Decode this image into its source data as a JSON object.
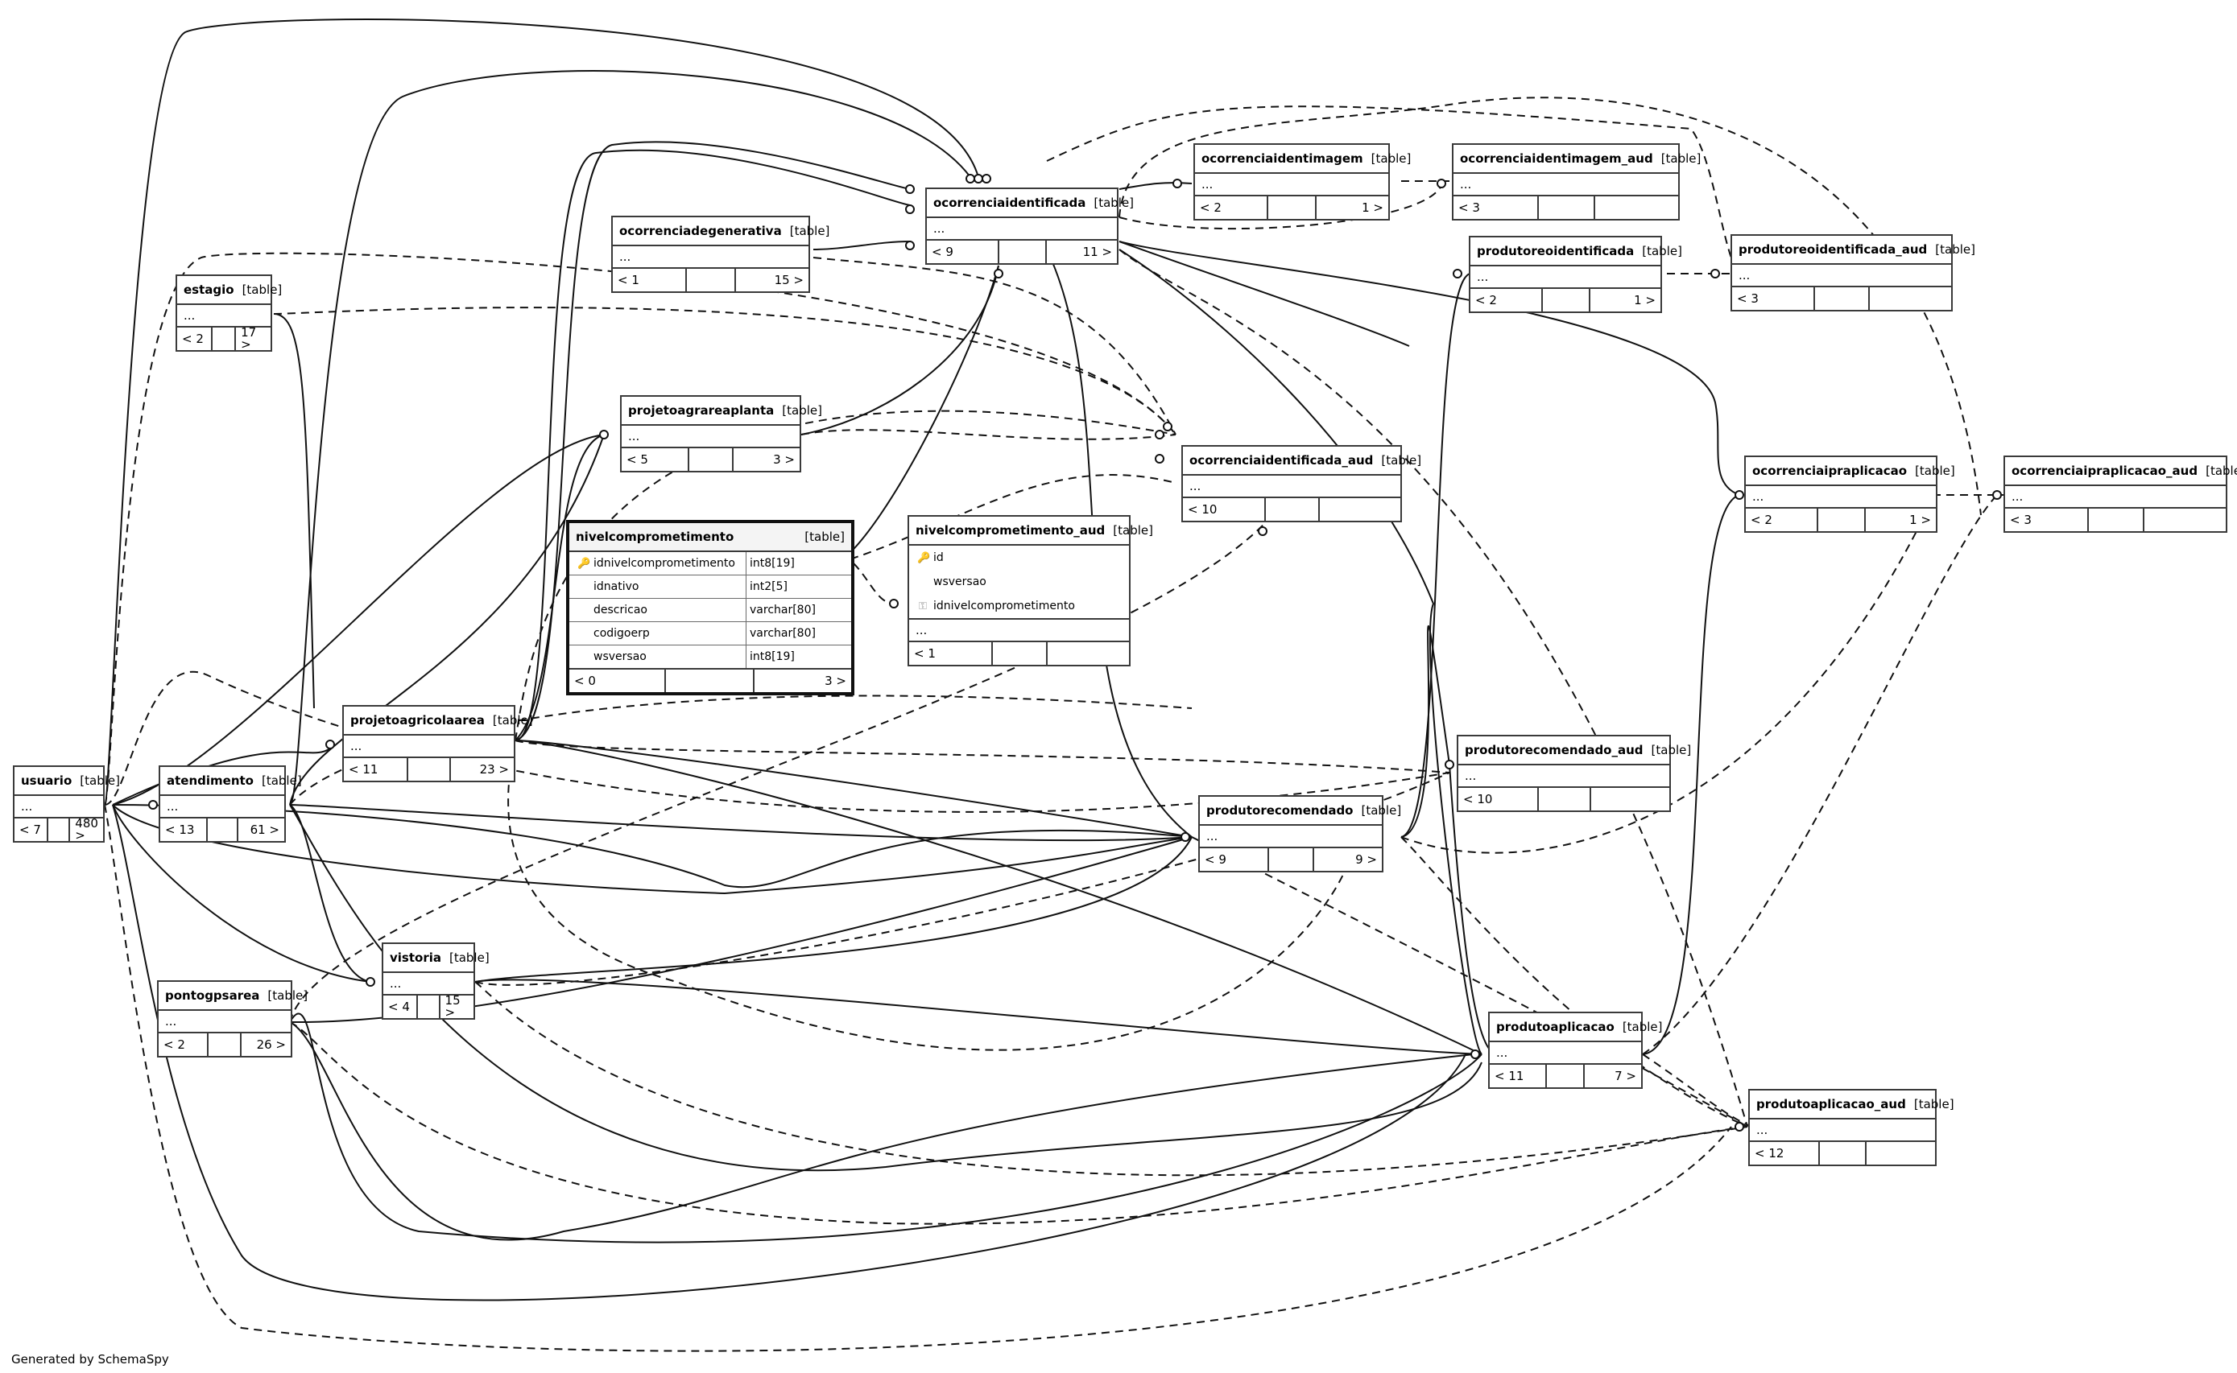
{
  "footer": {
    "generated": "Generated by SchemaSpy"
  },
  "tables": {
    "usuario": {
      "name": "usuario",
      "type": "[table]",
      "dots": "...",
      "foot": [
        "< 7",
        "",
        "480 >"
      ]
    },
    "atendimento": {
      "name": "atendimento",
      "type": "[table]",
      "dots": "...",
      "foot": [
        "< 13",
        "",
        "61 >"
      ]
    },
    "estagio": {
      "name": "estagio",
      "type": "[table]",
      "dots": "...",
      "foot": [
        "< 2",
        "",
        "17 >"
      ]
    },
    "pontogpsarea": {
      "name": "pontogpsarea",
      "type": "[table]",
      "dots": "...",
      "foot": [
        "< 2",
        "",
        "26 >"
      ]
    },
    "projetoagricolaarea": {
      "name": "projetoagricolaarea",
      "type": "[table]",
      "dots": "...",
      "foot": [
        "< 11",
        "",
        "23 >"
      ]
    },
    "vistoria": {
      "name": "vistoria",
      "type": "[table]",
      "dots": "...",
      "foot": [
        "< 4",
        "",
        "15 >"
      ]
    },
    "projetoagrareaplanta": {
      "name": "projetoagrareaplanta",
      "type": "[table]",
      "dots": "...",
      "foot": [
        "< 5",
        "",
        "3 >"
      ]
    },
    "ocorrenciadegenerativa": {
      "name": "ocorrenciadegenerativa",
      "type": "[table]",
      "dots": "...",
      "foot": [
        "< 1",
        "",
        "15 >"
      ]
    },
    "ocorrenciaidentificada": {
      "name": "ocorrenciaidentificada",
      "type": "[table]",
      "dots": "...",
      "foot": [
        "< 9",
        "",
        "11 >"
      ]
    },
    "ocorrenciaidentimagem": {
      "name": "ocorrenciaidentimagem",
      "type": "[table]",
      "dots": "...",
      "foot": [
        "< 2",
        "",
        "1 >"
      ]
    },
    "ocorrenciaidentimagem_aud": {
      "name": "ocorrenciaidentimagem_aud",
      "type": "[table]",
      "dots": "...",
      "foot": [
        "< 3",
        "",
        ""
      ]
    },
    "produtoreoidentificada": {
      "name": "produtoreoidentificada",
      "type": "[table]",
      "dots": "...",
      "foot": [
        "< 2",
        "",
        "1 >"
      ]
    },
    "produtoreoidentificada_aud": {
      "name": "produtoreoidentificada_aud",
      "type": "[table]",
      "dots": "...",
      "foot": [
        "< 3",
        "",
        ""
      ]
    },
    "ocorrenciaidentificada_aud": {
      "name": "ocorrenciaidentificada_aud",
      "type": "[table]",
      "dots": "...",
      "foot": [
        "< 10",
        "",
        ""
      ]
    },
    "ocorrenciaipraplicacao": {
      "name": "ocorrenciaipraplicacao",
      "type": "[table]",
      "dots": "...",
      "foot": [
        "< 2",
        "",
        "1 >"
      ]
    },
    "ocorrenciaipraplicacao_aud": {
      "name": "ocorrenciaipraplicacao_aud",
      "type": "[table]",
      "dots": "...",
      "foot": [
        "< 3",
        "",
        ""
      ]
    },
    "nivelcomprometimento_aud": {
      "name": "nivelcomprometimento_aud",
      "type": "[table]",
      "foot": [
        "< 1",
        "",
        ""
      ],
      "columns": [
        {
          "name": "id",
          "key": "pk"
        },
        {
          "name": "wsversao",
          "key": ""
        },
        {
          "name": "idnivelcomprometimento",
          "key": "fk"
        }
      ],
      "dots": "..."
    },
    "produtorecomendado": {
      "name": "produtorecomendado",
      "type": "[table]",
      "dots": "...",
      "foot": [
        "< 9",
        "",
        "9 >"
      ]
    },
    "produtorecomendado_aud": {
      "name": "produtorecomendado_aud",
      "type": "[table]",
      "dots": "...",
      "foot": [
        "< 10",
        "",
        ""
      ]
    },
    "produtoaplicacao": {
      "name": "produtoaplicacao",
      "type": "[table]",
      "dots": "...",
      "foot": [
        "< 11",
        "",
        "7 >"
      ]
    },
    "produtoaplicacao_aud": {
      "name": "produtoaplicacao_aud",
      "type": "[table]",
      "dots": "...",
      "foot": [
        "< 12",
        "",
        ""
      ]
    }
  },
  "focus_table": {
    "name": "nivelcomprometimento",
    "type": "[table]",
    "columns": [
      {
        "name": "idnivelcomprometimento",
        "type": "int8[19]",
        "key": "pk"
      },
      {
        "name": "idnativo",
        "type": "int2[5]",
        "key": ""
      },
      {
        "name": "descricao",
        "type": "varchar[80]",
        "key": ""
      },
      {
        "name": "codigoerp",
        "type": "varchar[80]",
        "key": ""
      },
      {
        "name": "wsversao",
        "type": "int8[19]",
        "key": ""
      }
    ],
    "foot": [
      "< 0",
      "",
      "3 >"
    ]
  },
  "icons": {
    "primary_key": "key-icon",
    "foreign_key": "fk-key-icon"
  }
}
